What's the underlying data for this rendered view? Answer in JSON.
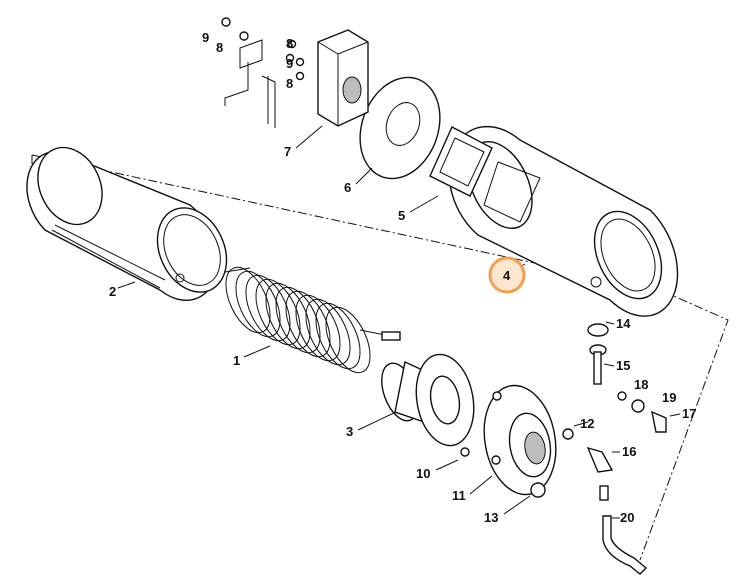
{
  "diagram": {
    "callouts": [
      {
        "id": "p1",
        "label": "1"
      },
      {
        "id": "p2",
        "label": "2"
      },
      {
        "id": "p3",
        "label": "3"
      },
      {
        "id": "p4",
        "label": "4"
      },
      {
        "id": "p5",
        "label": "5"
      },
      {
        "id": "p6",
        "label": "6"
      },
      {
        "id": "p7",
        "label": "7"
      },
      {
        "id": "p8a",
        "label": "8"
      },
      {
        "id": "p8b",
        "label": "8"
      },
      {
        "id": "p8c",
        "label": "8"
      },
      {
        "id": "p9a",
        "label": "9"
      },
      {
        "id": "p9b",
        "label": "9"
      },
      {
        "id": "p10",
        "label": "10"
      },
      {
        "id": "p11",
        "label": "11"
      },
      {
        "id": "p12",
        "label": "12"
      },
      {
        "id": "p13",
        "label": "13"
      },
      {
        "id": "p14",
        "label": "14"
      },
      {
        "id": "p15",
        "label": "15"
      },
      {
        "id": "p16",
        "label": "16"
      },
      {
        "id": "p17",
        "label": "17"
      },
      {
        "id": "p18",
        "label": "18"
      },
      {
        "id": "p19",
        "label": "19"
      },
      {
        "id": "p20",
        "label": "20"
      }
    ],
    "highlight": {
      "label": "4",
      "color": "#f0a050"
    },
    "colors": {
      "line": "#111111",
      "shade": "#bdbdbd",
      "highlight_ring": "#f0a050",
      "highlight_fill": "#fde6cf"
    }
  }
}
